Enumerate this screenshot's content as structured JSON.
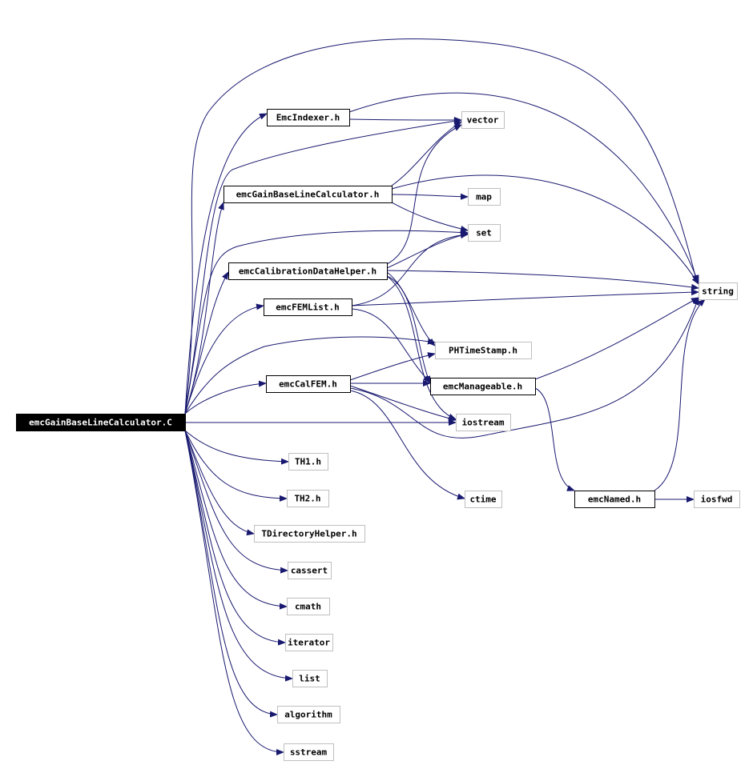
{
  "diagram": {
    "root": "emcGainBaseLineCalculator.C",
    "nodes": [
      {
        "id": "root",
        "label": "emcGainBaseLineCalculator.C",
        "kind": "root"
      },
      {
        "id": "EmcIndexer",
        "label": "EmcIndexer.h",
        "kind": "header"
      },
      {
        "id": "emcGainBLC_h",
        "label": "emcGainBaseLineCalculator.h",
        "kind": "header"
      },
      {
        "id": "emcCalibDH",
        "label": "emcCalibrationDataHelper.h",
        "kind": "header"
      },
      {
        "id": "emcFEMList",
        "label": "emcFEMList.h",
        "kind": "header"
      },
      {
        "id": "emcCalFEM",
        "label": "emcCalFEM.h",
        "kind": "header"
      },
      {
        "id": "emcManageable",
        "label": "emcManageable.h",
        "kind": "header"
      },
      {
        "id": "emcNamed",
        "label": "emcNamed.h",
        "kind": "header"
      },
      {
        "id": "vector",
        "label": "vector",
        "kind": "external"
      },
      {
        "id": "map",
        "label": "map",
        "kind": "external"
      },
      {
        "id": "set",
        "label": "set",
        "kind": "external"
      },
      {
        "id": "string",
        "label": "string",
        "kind": "external"
      },
      {
        "id": "PHTimeStamp",
        "label": "PHTimeStamp.h",
        "kind": "external"
      },
      {
        "id": "iostream",
        "label": "iostream",
        "kind": "external"
      },
      {
        "id": "ctime",
        "label": "ctime",
        "kind": "external"
      },
      {
        "id": "iosfwd",
        "label": "iosfwd",
        "kind": "external"
      },
      {
        "id": "TH1",
        "label": "TH1.h",
        "kind": "external"
      },
      {
        "id": "TH2",
        "label": "TH2.h",
        "kind": "external"
      },
      {
        "id": "TDirectoryHelper",
        "label": "TDirectoryHelper.h",
        "kind": "external"
      },
      {
        "id": "cassert",
        "label": "cassert",
        "kind": "external"
      },
      {
        "id": "cmath",
        "label": "cmath",
        "kind": "external"
      },
      {
        "id": "iterator",
        "label": "iterator",
        "kind": "external"
      },
      {
        "id": "list",
        "label": "list",
        "kind": "external"
      },
      {
        "id": "algorithm",
        "label": "algorithm",
        "kind": "external"
      },
      {
        "id": "sstream",
        "label": "sstream",
        "kind": "external"
      }
    ],
    "edges": [
      [
        "root",
        "EmcIndexer"
      ],
      [
        "root",
        "emcGainBLC_h"
      ],
      [
        "root",
        "emcCalibDH"
      ],
      [
        "root",
        "emcFEMList"
      ],
      [
        "root",
        "emcCalFEM"
      ],
      [
        "root",
        "vector"
      ],
      [
        "root",
        "set"
      ],
      [
        "root",
        "string"
      ],
      [
        "root",
        "PHTimeStamp"
      ],
      [
        "root",
        "iostream"
      ],
      [
        "root",
        "TH1"
      ],
      [
        "root",
        "TH2"
      ],
      [
        "root",
        "TDirectoryHelper"
      ],
      [
        "root",
        "cassert"
      ],
      [
        "root",
        "cmath"
      ],
      [
        "root",
        "iterator"
      ],
      [
        "root",
        "list"
      ],
      [
        "root",
        "algorithm"
      ],
      [
        "root",
        "sstream"
      ],
      [
        "EmcIndexer",
        "vector"
      ],
      [
        "EmcIndexer",
        "string"
      ],
      [
        "emcGainBLC_h",
        "vector"
      ],
      [
        "emcGainBLC_h",
        "map"
      ],
      [
        "emcGainBLC_h",
        "set"
      ],
      [
        "emcGainBLC_h",
        "string"
      ],
      [
        "emcCalibDH",
        "vector"
      ],
      [
        "emcCalibDH",
        "set"
      ],
      [
        "emcCalibDH",
        "string"
      ],
      [
        "emcCalibDH",
        "PHTimeStamp"
      ],
      [
        "emcCalibDH",
        "emcManageable"
      ],
      [
        "emcCalibDH",
        "iostream"
      ],
      [
        "emcFEMList",
        "set"
      ],
      [
        "emcFEMList",
        "string"
      ],
      [
        "emcFEMList",
        "emcManageable"
      ],
      [
        "emcCalFEM",
        "PHTimeStamp"
      ],
      [
        "emcCalFEM",
        "emcManageable"
      ],
      [
        "emcCalFEM",
        "iostream"
      ],
      [
        "emcCalFEM",
        "string"
      ],
      [
        "emcCalFEM",
        "ctime"
      ],
      [
        "emcManageable",
        "string"
      ],
      [
        "emcManageable",
        "emcNamed"
      ],
      [
        "emcNamed",
        "iosfwd"
      ],
      [
        "emcNamed",
        "string"
      ]
    ]
  },
  "colors": {
    "edge": "#191970",
    "root_fill": "#000000",
    "root_text": "#ffffff",
    "header_stroke": "#000000",
    "external_stroke": "#bfbfbf",
    "node_fill": "#ffffff",
    "node_text": "#000000"
  }
}
